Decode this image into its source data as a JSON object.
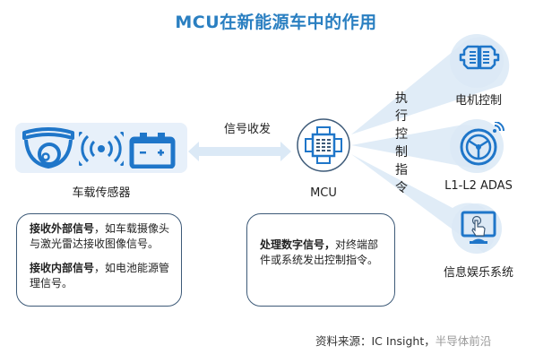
{
  "title": "MCU在新能源车中的作用",
  "colors": {
    "accent": "#2a7fc1",
    "icon_blue": "#1f76c9",
    "panel_bg": "#e7f0fa",
    "beam": "#dbe9f6",
    "box_border": "#3d5a78"
  },
  "sensor": {
    "label": "车载传感器",
    "icons": [
      "dome-camera-icon",
      "wireless-signal-icon",
      "battery-icon"
    ]
  },
  "arrow": {
    "label": "信号收发",
    "direction": "bidirectional"
  },
  "mcu": {
    "label": "MCU",
    "icon": "chip-icon"
  },
  "control": {
    "label_chars": [
      "执",
      "行",
      "控",
      "制",
      "指",
      "令"
    ],
    "targets": [
      {
        "label": "电机控制",
        "icon": "motor-icon"
      },
      {
        "label": "L1-L2 ADAS",
        "icon": "steering-wheel-icon"
      },
      {
        "label": "信息娱乐系统",
        "icon": "touchscreen-icon"
      }
    ]
  },
  "sensor_desc": {
    "p1_bold": "接收外部信号",
    "p1_rest": "，如车载摄像头与激光雷达接收图像信号。",
    "p2_bold": "接收内部信号",
    "p2_rest": "，如电池能源管理信号。"
  },
  "mcu_desc": {
    "bold": "处理数字信号，",
    "rest": "对终端部件或系统发出控制指令。"
  },
  "source": {
    "text": "资料来源：IC Insight，",
    "watermark": "半导体前沿"
  }
}
